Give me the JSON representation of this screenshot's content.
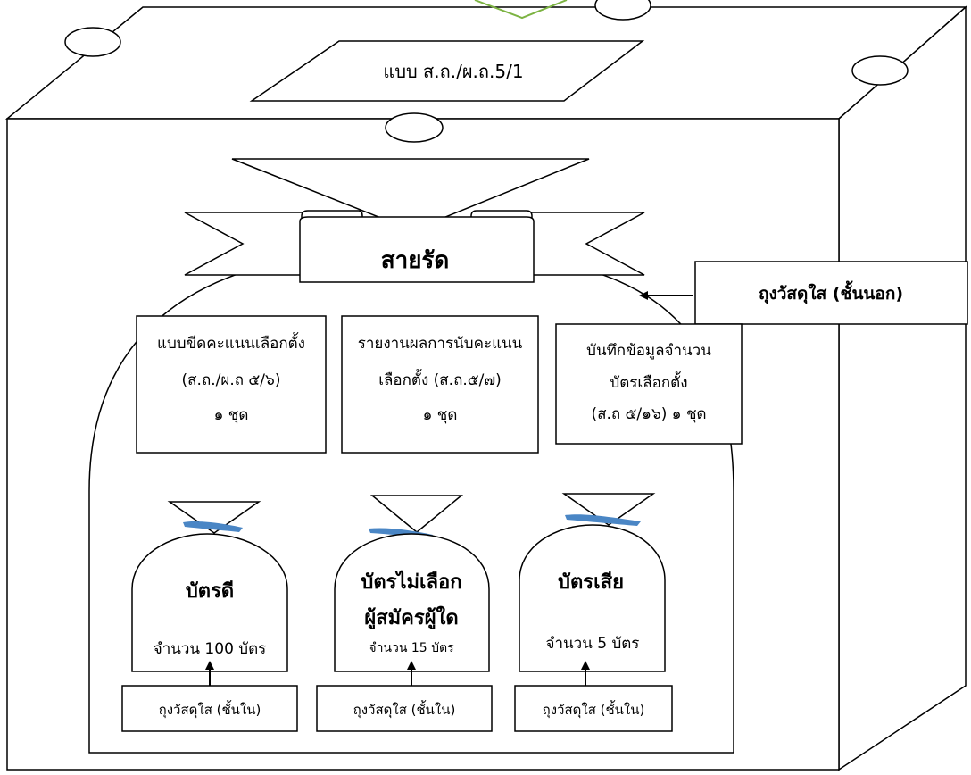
{
  "box": {
    "lid_form": "แบบ ส.ถ./ผ.ถ.5/1"
  },
  "ribbon": {
    "label": "สายรัด"
  },
  "outer_bag": {
    "callout": "ถุงวัสดุใส (ชั้นนอก)"
  },
  "documents": [
    {
      "lines": [
        "แบบขีดคะแนนเลือกตั้ง",
        "(ส.ถ./ผ.ถ ๕/๖)",
        "๑ ชุด"
      ]
    },
    {
      "lines": [
        "รายงานผลการนับคะแนน",
        "เลือกตั้ง (ส.ถ.๕/๗)",
        "๑ ชุด"
      ]
    },
    {
      "lines": [
        "บันทึกข้อมูลจำนวน",
        "บัตรเลือกตั้ง",
        "(ส.ถ ๕/๑๖)  ๑ ชุด"
      ]
    }
  ],
  "inner_bags": [
    {
      "title_lines": [
        "บัตรดี"
      ],
      "count": "จำนวน 100 บัตร",
      "label": "ถุงวัสดุใส (ชั้นใน)"
    },
    {
      "title_lines": [
        "บัตรไม่เลือก",
        "ผู้สมัครผู้ใด"
      ],
      "count": "จำนวน 15 บัตร",
      "label": "ถุงวัสดุใส (ชั้นใน)"
    },
    {
      "title_lines": [
        "บัตรเสีย"
      ],
      "count": "จำนวน 5 บัตร",
      "label": "ถุงวัสดุใส (ชั้นใน)"
    }
  ],
  "colors": {
    "line": "#000000",
    "tie": "#4a86c5",
    "top_accent": "#7cb342"
  }
}
